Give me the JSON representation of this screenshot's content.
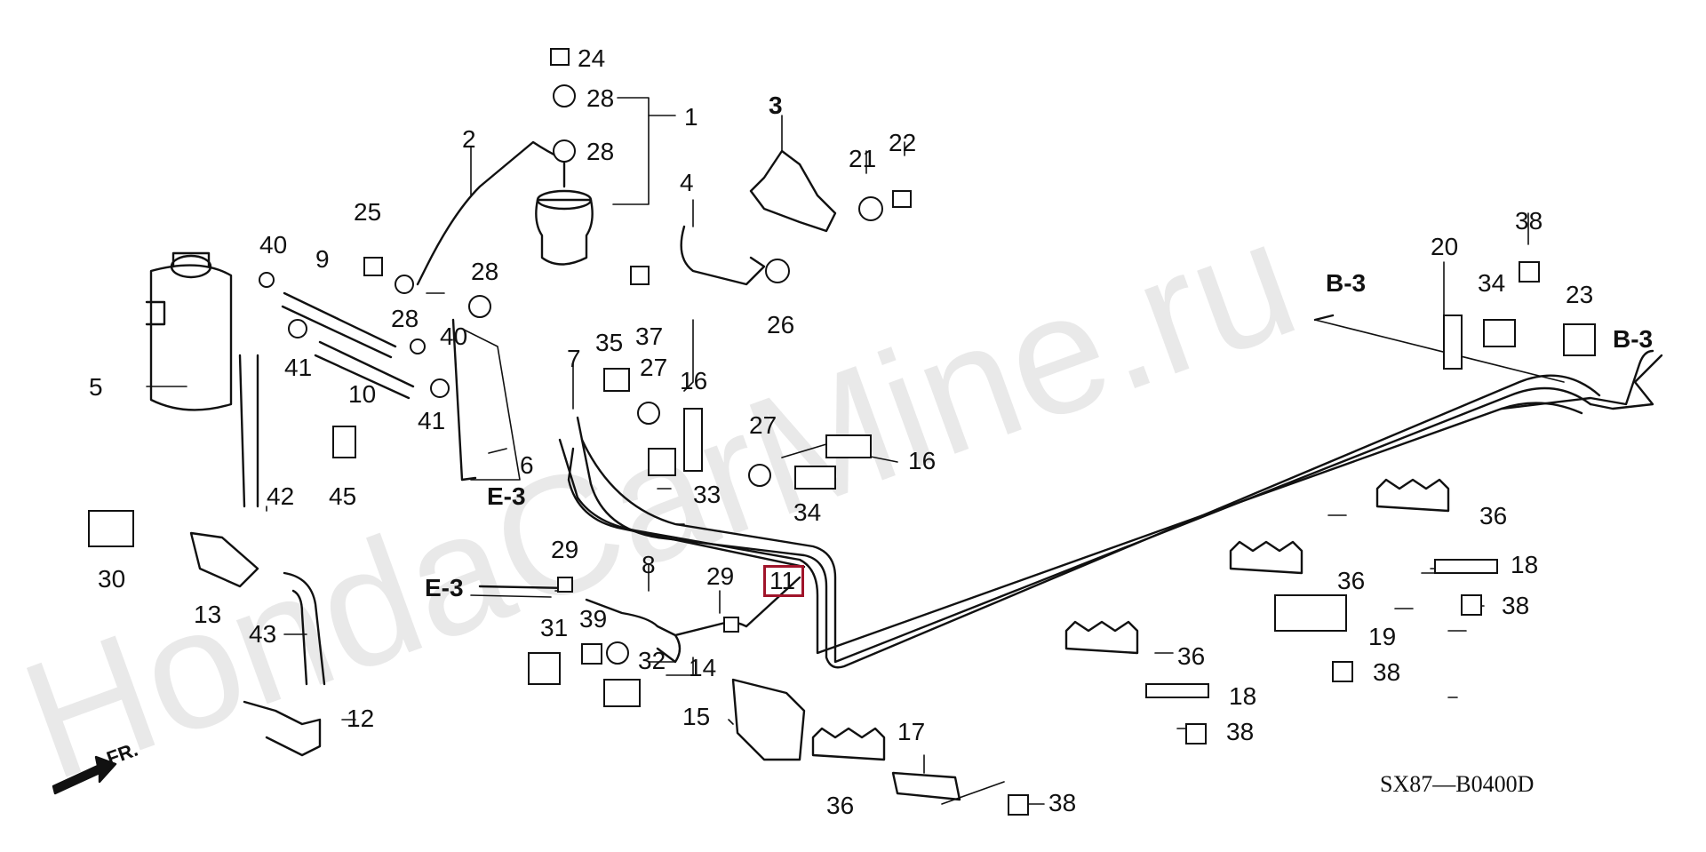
{
  "diagram": {
    "code": "SX87—B0400D",
    "watermark": "HondaCarMine.ru",
    "front_arrow_label": "FR.",
    "highlighted_part": "11",
    "refs": {
      "b3_top": "B-3",
      "b3_right": "B-3",
      "e3_mid": "E-3",
      "e3_left": "E-3"
    },
    "parts": {
      "p1": "1",
      "p2": "2",
      "p3": "3",
      "p4": "4",
      "p5": "5",
      "p6": "6",
      "p7": "7",
      "p8": "8",
      "p9": "9",
      "p10": "10",
      "p11": "11",
      "p12": "12",
      "p13": "13",
      "p14": "14",
      "p15": "15",
      "p16a": "16",
      "p16b": "16",
      "p17": "17",
      "p18a": "18",
      "p18b": "18",
      "p19": "19",
      "p20": "20",
      "p21": "21",
      "p22": "22",
      "p23": "23",
      "p24": "24",
      "p25": "25",
      "p26": "26",
      "p27a": "27",
      "p27b": "27",
      "p28a": "28",
      "p28b": "28",
      "p28c": "28",
      "p28d": "28",
      "p29a": "29",
      "p29b": "29",
      "p30": "30",
      "p31": "31",
      "p32": "32",
      "p33": "33",
      "p34a": "34",
      "p34b": "34",
      "p35": "35",
      "p36a": "36",
      "p36b": "36",
      "p36c": "36",
      "p36d": "36",
      "p37": "37",
      "p38a": "38",
      "p38b": "38",
      "p38c": "38",
      "p38d": "38",
      "p38e": "38",
      "p39": "39",
      "p40a": "40",
      "p40b": "40",
      "p41a": "41",
      "p41b": "41",
      "p42": "42",
      "p43": "43",
      "p45": "45"
    }
  }
}
